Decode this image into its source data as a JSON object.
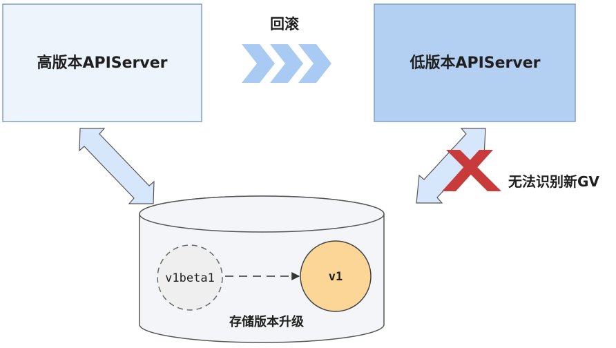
{
  "rollback_label": "回滚",
  "high_version_server": {
    "label": "高版本APIServer",
    "fill": "#eef4fc",
    "stroke": "#7f9fc7"
  },
  "low_version_server": {
    "label": "低版本APIServer",
    "fill": "#b3cff1",
    "stroke": "#7f9fc7"
  },
  "cannot_recognize_label": "无法识别新GV",
  "storage": {
    "label": "存储版本升级",
    "fill": "#f3f5f9",
    "stroke": "#555555",
    "old_version": {
      "label": "v1beta1",
      "fill": "#efefef",
      "stroke": "#666666"
    },
    "new_version": {
      "label": "v1",
      "fill": "#fbd696",
      "stroke": "#444444"
    }
  },
  "colors": {
    "chevron": "#a9caf2",
    "double_arrow_fill": "#d7e7fb",
    "double_arrow_stroke": "#555555",
    "cross": "#c73b3b"
  }
}
